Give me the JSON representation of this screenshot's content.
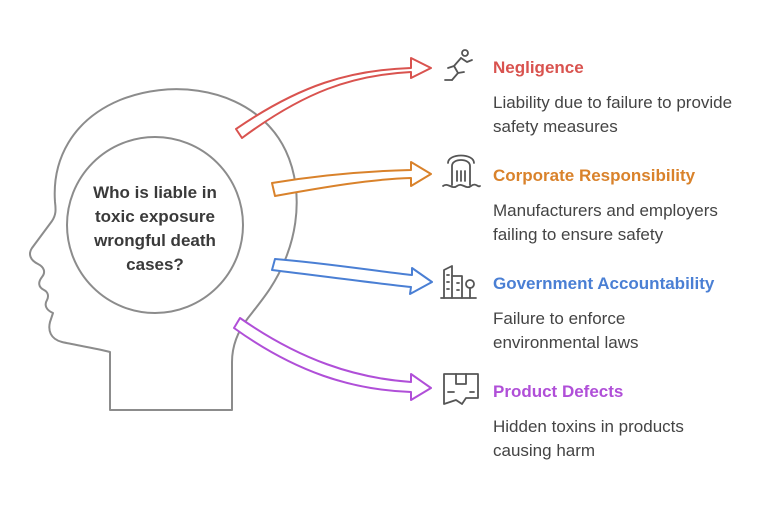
{
  "center_question": "Who is liable in toxic exposure wrongful death cases?",
  "items": [
    {
      "title": "Negligence",
      "description": "Liability due to failure to provide safety measures",
      "color": "#d9534f",
      "icon": "falling-person-icon"
    },
    {
      "title": "Corporate Responsibility",
      "description": "Manufacturers and employers failing to ensure safety",
      "color": "#d9822b",
      "icon": "building-waves-icon"
    },
    {
      "title": "Government Accountability",
      "description": "Failure to enforce environmental laws",
      "color": "#4a7fd4",
      "icon": "city-tree-icon"
    },
    {
      "title": "Product Defects",
      "description": "Hidden toxins in products causing harm",
      "color": "#b04fd8",
      "icon": "damaged-box-icon"
    }
  ]
}
